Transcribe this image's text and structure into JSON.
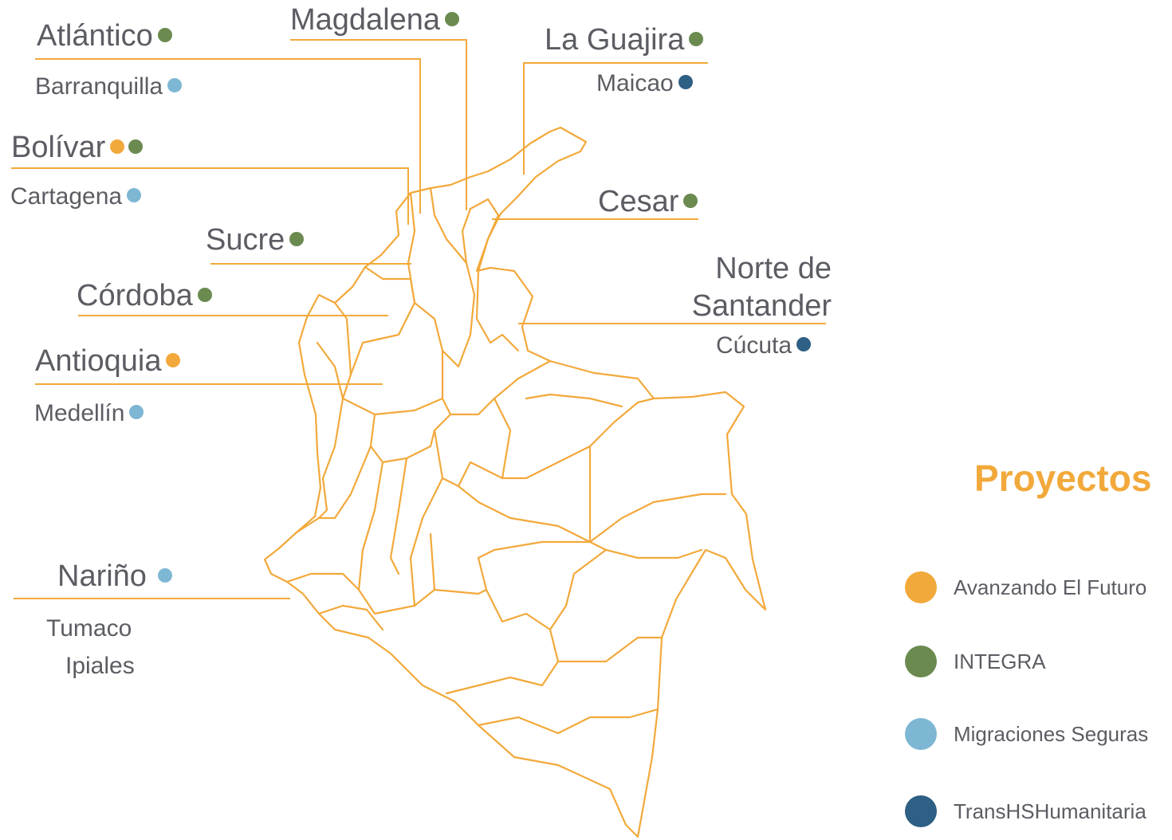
{
  "colors": {
    "map_line": "#f2a93b",
    "text": "#5b5d63",
    "Avanzando El Futuro": "#f2a93b",
    "INTEGRA": "#6b8a50",
    "Migraciones Seguras": "#7eb7d4",
    "TransHSHumanitaria": "#2e5f84"
  },
  "labels": {
    "atlantico": "Atlántico",
    "barranquilla": "Barranquilla",
    "magdalena": "Magdalena",
    "la_guajira": "La Guajira",
    "maicao": "Maicao",
    "bolivar": "Bolívar",
    "cartagena": "Cartagena",
    "cesar": "Cesar",
    "sucre": "Sucre",
    "norte_de": "Norte de",
    "santander": "Santander",
    "cordoba": "Córdoba",
    "cucuta": "Cúcuta",
    "antioquia": "Antioquia",
    "medellin": "Medellín",
    "narino": "Nariño",
    "tumaco": "Tumaco",
    "ipiales": "Ipiales"
  },
  "legend": {
    "title": "Proyectos",
    "items": [
      {
        "label": "Avanzando El Futuro",
        "color": "#f2a93b"
      },
      {
        "label": "INTEGRA",
        "color": "#6b8a50"
      },
      {
        "label": "Migraciones Seguras",
        "color": "#7eb7d4"
      },
      {
        "label": "TransHSHumanitaria",
        "color": "#2e5f84"
      }
    ]
  }
}
